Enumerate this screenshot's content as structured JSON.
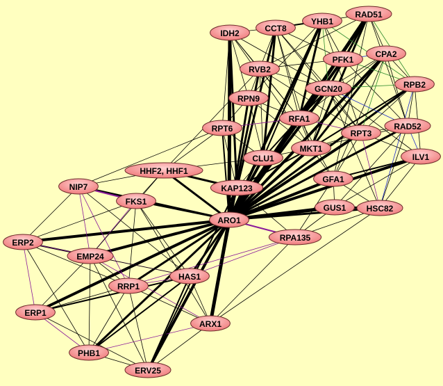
{
  "graph": {
    "colors": {
      "background": "#ffffc0",
      "node_fill": "#f48c8c",
      "node_light": "#ffc8c8",
      "k": "#000000",
      "p": "#8a1a9a",
      "g": "#2e8b2e",
      "b": "#1a2acc"
    },
    "nodes": [
      "RAD51",
      "YHB1",
      "CCT8",
      "IDH2",
      "PFK1",
      "CPA2",
      "RVB2",
      "GCN20",
      "RPB2",
      "RPN9",
      "RFA1",
      "RAD52",
      "RPT3",
      "RPT6",
      "MKT1",
      "ILV1",
      "CLU1",
      "HHF2, HHF1",
      "GFA1",
      "KAP123",
      "NIP7",
      "FKS1",
      "GUS1",
      "HSC82",
      "ARO1",
      "RPA135",
      "ERP2",
      "EMP24",
      "HAS1",
      "RRP1",
      "ERP1",
      "ARX1",
      "PHB1",
      "ERV25"
    ],
    "edges": [
      [
        "ARO1",
        "ERP2",
        4,
        "k"
      ],
      [
        "ARO1",
        "EMP24",
        4,
        "k"
      ],
      [
        "ARO1",
        "ERP1",
        4,
        "k"
      ],
      [
        "ARO1",
        "RRP1",
        3,
        "k"
      ],
      [
        "ARO1",
        "PHB1",
        3,
        "k"
      ],
      [
        "ARO1",
        "ERV25",
        4,
        "k"
      ],
      [
        "ARO1",
        "ARX1",
        5,
        "k"
      ],
      [
        "ARO1",
        "HAS1",
        3,
        "k"
      ],
      [
        "ARO1",
        "NIP7",
        3,
        "k"
      ],
      [
        "ARO1",
        "HHF2, HHF1",
        3,
        "k"
      ],
      [
        "ARO1",
        "KAP123",
        3,
        "k"
      ],
      [
        "ARO1",
        "CLU1",
        4,
        "k"
      ],
      [
        "ARO1",
        "RPN9",
        3,
        "k"
      ],
      [
        "ARO1",
        "IDH2",
        5,
        "k"
      ],
      [
        "ARO1",
        "RVB2",
        3,
        "k"
      ],
      [
        "ARO1",
        "CCT8",
        3,
        "k"
      ],
      [
        "ARO1",
        "YHB1",
        4,
        "k"
      ],
      [
        "ARO1",
        "RAD51",
        5,
        "k"
      ],
      [
        "ARO1",
        "PFK1",
        4,
        "k"
      ],
      [
        "ARO1",
        "CPA2",
        4,
        "k"
      ],
      [
        "ARO1",
        "GCN20",
        4,
        "k"
      ],
      [
        "ARO1",
        "RFA1",
        4,
        "k"
      ],
      [
        "ARO1",
        "MKT1",
        4,
        "k"
      ],
      [
        "ARO1",
        "RPT3",
        4,
        "k"
      ],
      [
        "ARO1",
        "RAD52",
        3,
        "k"
      ],
      [
        "ARO1",
        "RPB2",
        3,
        "k"
      ],
      [
        "ARO1",
        "ILV1",
        4,
        "k"
      ],
      [
        "ARO1",
        "GFA1",
        4,
        "k"
      ],
      [
        "ARO1",
        "GUS1",
        5,
        "k"
      ],
      [
        "ARO1",
        "HSC82",
        3,
        "k"
      ],
      [
        "ARO1",
        "RPA135",
        2,
        "p"
      ],
      [
        "ARO1",
        "FKS1",
        2,
        "k"
      ],
      [
        "ARO1",
        "RPT6",
        2,
        "k"
      ],
      [
        "IDH2",
        "KAP123",
        3,
        "k"
      ],
      [
        "CCT8",
        "CLU1",
        3,
        "k"
      ],
      [
        "YHB1",
        "RFA1",
        3,
        "k"
      ],
      [
        "RAD51",
        "RFA1",
        3,
        "k"
      ],
      [
        "RAD51",
        "MKT1",
        3,
        "k"
      ],
      [
        "CPA2",
        "MKT1",
        3,
        "k"
      ],
      [
        "GUS1",
        "HSC82",
        3,
        "k"
      ],
      [
        "HHF2, HHF1",
        "KAP123",
        3,
        "k"
      ],
      [
        "ERP2",
        "EMP24",
        2,
        "k"
      ],
      [
        "NIP7",
        "FKS1",
        2,
        "p"
      ],
      [
        "RAD51",
        "GCN20",
        3,
        "k"
      ],
      [
        "YHB1",
        "CLU1",
        2,
        "k"
      ],
      [
        "IDH2",
        "CCT8",
        1,
        "k"
      ],
      [
        "CCT8",
        "YHB1",
        2,
        "k"
      ],
      [
        "YHB1",
        "RAD51",
        1,
        "k"
      ],
      [
        "IDH2",
        "RVB2",
        1,
        "k"
      ],
      [
        "IDH2",
        "RPN9",
        1,
        "k"
      ],
      [
        "IDH2",
        "RFA1",
        1,
        "k"
      ],
      [
        "IDH2",
        "MKT1",
        1,
        "k"
      ],
      [
        "IDH2",
        "GCN20",
        1,
        "k"
      ],
      [
        "IDH2",
        "RPT6",
        1,
        "k"
      ],
      [
        "CCT8",
        "RVB2",
        1,
        "k"
      ],
      [
        "CCT8",
        "PFK1",
        1,
        "k"
      ],
      [
        "CCT8",
        "GCN20",
        1,
        "k"
      ],
      [
        "CCT8",
        "RFA1",
        1,
        "k"
      ],
      [
        "CCT8",
        "MKT1",
        1,
        "k"
      ],
      [
        "CCT8",
        "RPT3",
        1,
        "k"
      ],
      [
        "YHB1",
        "PFK1",
        1,
        "k"
      ],
      [
        "YHB1",
        "GCN20",
        1,
        "g"
      ],
      [
        "YHB1",
        "RPB2",
        1,
        "g"
      ],
      [
        "YHB1",
        "RPN9",
        1,
        "k"
      ],
      [
        "YHB1",
        "RPT3",
        1,
        "k"
      ],
      [
        "RAD51",
        "CPA2",
        1,
        "k"
      ],
      [
        "RAD51",
        "PFK1",
        1,
        "k"
      ],
      [
        "RAD51",
        "RPB2",
        1,
        "g"
      ],
      [
        "RAD51",
        "RVB2",
        1,
        "k"
      ],
      [
        "RAD51",
        "RAD52",
        1,
        "k"
      ],
      [
        "RAD51",
        "GFA1",
        1,
        "k"
      ],
      [
        "PFK1",
        "CPA2",
        1,
        "b"
      ],
      [
        "PFK1",
        "GCN20",
        1,
        "k"
      ],
      [
        "PFK1",
        "RPB2",
        1,
        "g"
      ],
      [
        "PFK1",
        "RAD52",
        1,
        "k"
      ],
      [
        "PFK1",
        "RVB2",
        1,
        "k"
      ],
      [
        "PFK1",
        "RFA1",
        1,
        "k"
      ],
      [
        "CPA2",
        "RPB2",
        1,
        "k"
      ],
      [
        "CPA2",
        "RPT3",
        1,
        "g"
      ],
      [
        "CPA2",
        "RAD52",
        1,
        "k"
      ],
      [
        "CPA2",
        "GCN20",
        1,
        "k"
      ],
      [
        "CPA2",
        "GFA1",
        1,
        "k"
      ],
      [
        "CPA2",
        "RFA1",
        1,
        "k"
      ],
      [
        "RVB2",
        "RPN9",
        1,
        "k"
      ],
      [
        "RVB2",
        "GCN20",
        1,
        "k"
      ],
      [
        "RVB2",
        "RFA1",
        1,
        "k"
      ],
      [
        "RVB2",
        "RPT3",
        1,
        "k"
      ],
      [
        "RVB2",
        "CLU1",
        1,
        "k"
      ],
      [
        "GCN20",
        "RFA1",
        2,
        "k"
      ],
      [
        "GCN20",
        "RPT3",
        1,
        "k"
      ],
      [
        "GCN20",
        "RAD52",
        1,
        "b"
      ],
      [
        "GCN20",
        "MKT1",
        1,
        "k"
      ],
      [
        "GCN20",
        "RPB2",
        1,
        "g"
      ],
      [
        "GCN20",
        "ILV1",
        1,
        "k"
      ],
      [
        "GCN20",
        "HSC82",
        1,
        "k"
      ],
      [
        "RPB2",
        "RAD52",
        1,
        "k"
      ],
      [
        "RPB2",
        "ILV1",
        1,
        "k"
      ],
      [
        "RPB2",
        "HSC82",
        1,
        "b"
      ],
      [
        "RPB2",
        "RPT3",
        1,
        "k"
      ],
      [
        "RPB2",
        "MKT1",
        2,
        "k"
      ],
      [
        "RPN9",
        "RFA1",
        1,
        "k"
      ],
      [
        "RPN9",
        "CLU1",
        1,
        "k"
      ],
      [
        "RPN9",
        "RPT6",
        1,
        "k"
      ],
      [
        "RPN9",
        "MKT1",
        1,
        "k"
      ],
      [
        "RFA1",
        "RPT3",
        1,
        "p"
      ],
      [
        "RFA1",
        "MKT1",
        1,
        "k"
      ],
      [
        "RFA1",
        "RPT6",
        1,
        "p"
      ],
      [
        "RFA1",
        "CLU1",
        2,
        "k"
      ],
      [
        "RFA1",
        "GFA1",
        1,
        "k"
      ],
      [
        "RAD52",
        "RPT3",
        1,
        "k"
      ],
      [
        "RAD52",
        "ILV1",
        1,
        "b"
      ],
      [
        "RAD52",
        "HSC82",
        1,
        "k"
      ],
      [
        "RAD52",
        "GUS1",
        1,
        "k"
      ],
      [
        "RAD52",
        "MKT1",
        1,
        "k"
      ],
      [
        "RPT3",
        "MKT1",
        1,
        "k"
      ],
      [
        "RPT3",
        "HSC82",
        1,
        "p"
      ],
      [
        "RPT3",
        "GFA1",
        1,
        "k"
      ],
      [
        "RPT3",
        "ILV1",
        1,
        "k"
      ],
      [
        "RPT6",
        "CLU1",
        1,
        "k"
      ],
      [
        "RPT6",
        "HHF2, HHF1",
        1,
        "k"
      ],
      [
        "RPT6",
        "KAP123",
        1,
        "k"
      ],
      [
        "MKT1",
        "CLU1",
        1,
        "k"
      ],
      [
        "MKT1",
        "GFA1",
        1,
        "k"
      ],
      [
        "MKT1",
        "KAP123",
        2,
        "k"
      ],
      [
        "ILV1",
        "GFA1",
        2,
        "k"
      ],
      [
        "ILV1",
        "GUS1",
        1,
        "k"
      ],
      [
        "ILV1",
        "HSC82",
        1,
        "k"
      ],
      [
        "CLU1",
        "KAP123",
        1,
        "k"
      ],
      [
        "GFA1",
        "GUS1",
        1,
        "k"
      ],
      [
        "GFA1",
        "HSC82",
        1,
        "k"
      ],
      [
        "GUS1",
        "RPA135",
        1,
        "k"
      ],
      [
        "HSC82",
        "RPA135",
        1,
        "k"
      ],
      [
        "HSC82",
        "ARX1",
        1,
        "k"
      ],
      [
        "GFA1",
        "RPA135",
        1,
        "k"
      ],
      [
        "KAP123",
        "RPA135",
        1,
        "k"
      ],
      [
        "NIP7",
        "HHF2, HHF1",
        1,
        "k"
      ],
      [
        "NIP7",
        "ERP2",
        1,
        "k"
      ],
      [
        "NIP7",
        "EMP24",
        1,
        "p"
      ],
      [
        "NIP7",
        "RRP1",
        1,
        "p"
      ],
      [
        "NIP7",
        "HAS1",
        1,
        "k"
      ],
      [
        "NIP7",
        "RPT6",
        1,
        "k"
      ],
      [
        "FKS1",
        "EMP24",
        1,
        "p"
      ],
      [
        "FKS1",
        "HHF2, HHF1",
        1,
        "k"
      ],
      [
        "FKS1",
        "RRP1",
        1,
        "k"
      ],
      [
        "FKS1",
        "HAS1",
        1,
        "k"
      ],
      [
        "FKS1",
        "ERP2",
        1,
        "k"
      ],
      [
        "FKS1",
        "ARX1",
        1,
        "k"
      ],
      [
        "HHF2, HHF1",
        "EMP24",
        1,
        "k"
      ],
      [
        "HHF2, HHF1",
        "RVB2",
        1,
        "k"
      ],
      [
        "HHF2, HHF1",
        "CLU1",
        1,
        "k"
      ],
      [
        "ERP2",
        "ERP1",
        1,
        "p"
      ],
      [
        "ERP2",
        "RRP1",
        1,
        "k"
      ],
      [
        "ERP2",
        "HAS1",
        1,
        "p"
      ],
      [
        "ERP2",
        "PHB1",
        1,
        "k"
      ],
      [
        "EMP24",
        "ERP1",
        1,
        "k"
      ],
      [
        "EMP24",
        "RRP1",
        1,
        "k"
      ],
      [
        "EMP24",
        "HAS1",
        1,
        "k"
      ],
      [
        "EMP24",
        "ARX1",
        1,
        "p"
      ],
      [
        "EMP24",
        "PHB1",
        1,
        "k"
      ],
      [
        "EMP24",
        "ERV25",
        1,
        "k"
      ],
      [
        "ERP1",
        "PHB1",
        1,
        "p"
      ],
      [
        "ERP1",
        "RRP1",
        1,
        "k"
      ],
      [
        "ERP1",
        "ERV25",
        1,
        "k"
      ],
      [
        "ERP1",
        "HAS1",
        2,
        "k"
      ],
      [
        "RRP1",
        "HAS1",
        1,
        "p"
      ],
      [
        "RRP1",
        "ARX1",
        1,
        "k"
      ],
      [
        "RRP1",
        "PHB1",
        1,
        "k"
      ],
      [
        "RRP1",
        "ERV25",
        1,
        "k"
      ],
      [
        "RRP1",
        "RPA135",
        1,
        "p"
      ],
      [
        "HAS1",
        "ARX1",
        1,
        "k"
      ],
      [
        "HAS1",
        "RPA135",
        1,
        "p"
      ],
      [
        "HAS1",
        "ERV25",
        1,
        "k"
      ],
      [
        "PHB1",
        "ERV25",
        1,
        "k"
      ],
      [
        "PHB1",
        "ARX1",
        1,
        "p"
      ],
      [
        "PHB1",
        "HAS1",
        2,
        "k"
      ],
      [
        "ERV25",
        "ARX1",
        1,
        "k"
      ],
      [
        "ERV25",
        "HAS1",
        2,
        "k"
      ],
      [
        "ARX1",
        "KAP123",
        2,
        "k"
      ],
      [
        "ARX1",
        "RPA135",
        1,
        "k"
      ],
      [
        "ERV25",
        "KAP123",
        2,
        "k"
      ]
    ]
  }
}
